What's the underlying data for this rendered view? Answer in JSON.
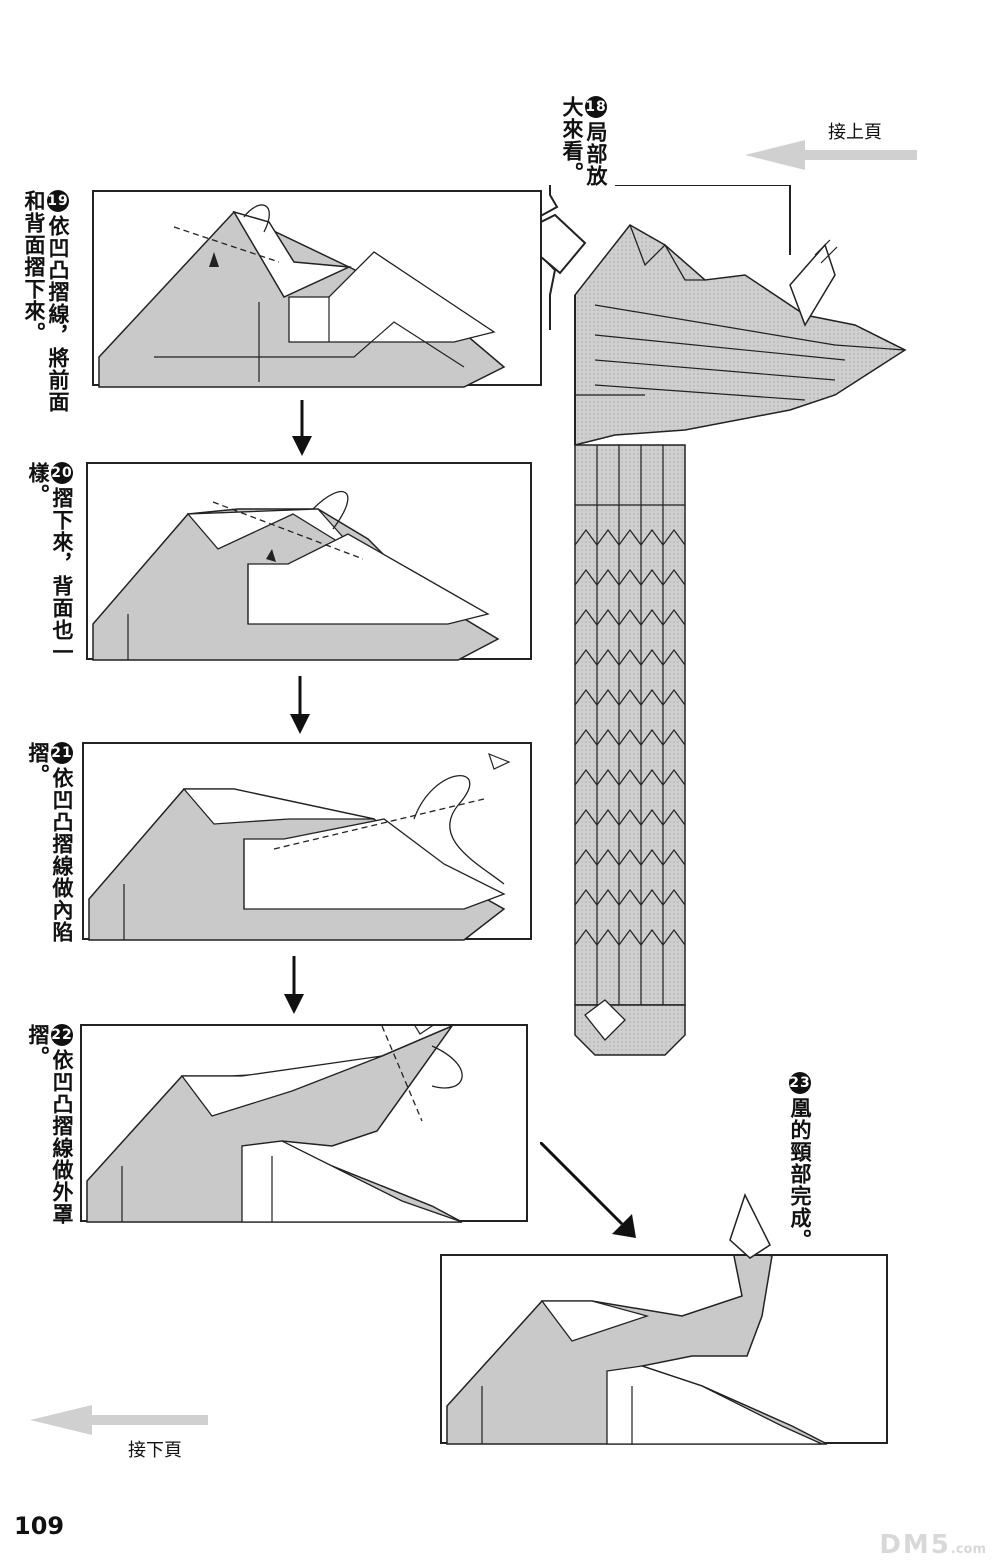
{
  "navigation": {
    "continue_from_prev": "接上頁",
    "continue_to_next": "接下頁"
  },
  "steps": [
    {
      "num": "18",
      "text": "局部放大來看。"
    },
    {
      "num": "19",
      "text": "依凹凸摺線，將前面和背面摺下來。"
    },
    {
      "num": "20",
      "text": "摺下來，背面也一樣。"
    },
    {
      "num": "21",
      "text": "依凹凸摺線做內陷摺。"
    },
    {
      "num": "22",
      "text": "依凹凸摺線做外罩摺。"
    },
    {
      "num": "23",
      "text": "凰的頸部完成。"
    }
  ],
  "page_number": "109",
  "watermark": {
    "main": "DM5",
    "suffix": ".com"
  },
  "colors": {
    "fill_gray": "#c9c9c9",
    "line": "#222222",
    "arrow_gray": "#d0d0d0"
  },
  "icons": [
    "down-arrow-icon",
    "left-arrow-icon",
    "diagonal-arrow-icon"
  ]
}
